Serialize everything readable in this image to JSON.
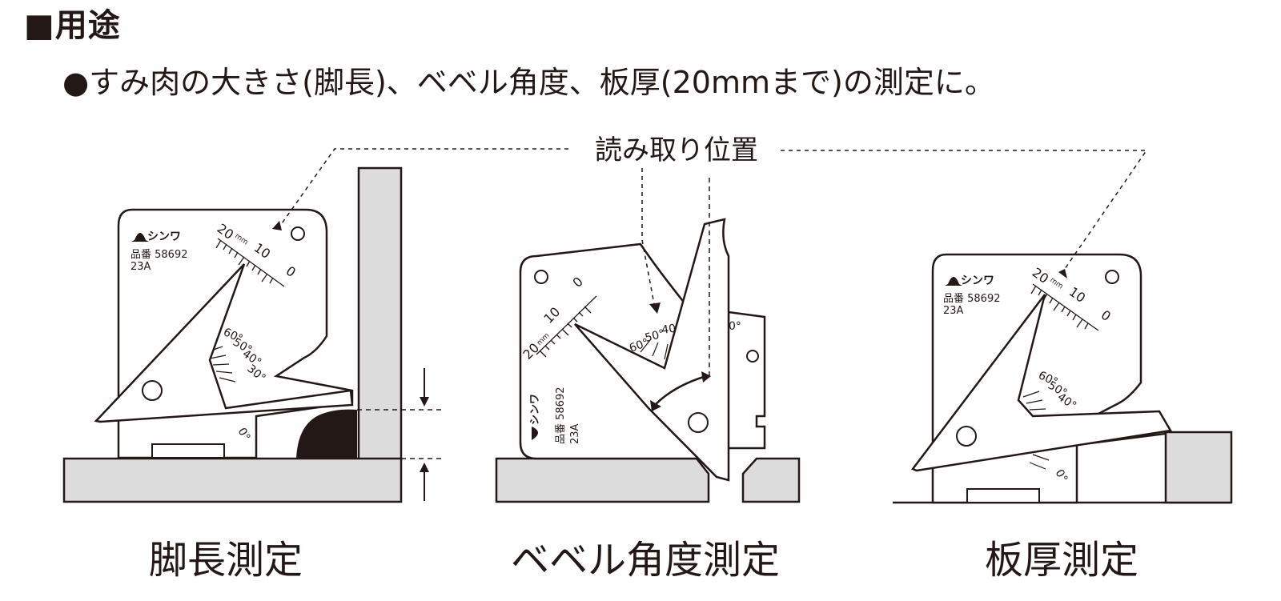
{
  "heading": "■用途",
  "lead": "●すみ肉の大きさ(脚長)、ベベル角度、板厚(20mmまで)の測定に。",
  "read_position_label": "読み取り位置",
  "gauge": {
    "brand": "シンワ",
    "part_no": "品番 58692",
    "model": "23A",
    "leg_scale": [
      "20",
      "mm",
      "10",
      "0"
    ],
    "angle_scale": [
      "60°",
      "50°",
      "40°",
      "30°",
      "0°"
    ]
  },
  "captions": {
    "leg": "脚長測定",
    "bevel": "ベベル角度測定",
    "thickness": "板厚測定"
  },
  "colors": {
    "ink": "#231815",
    "plate": "#dcdcdc",
    "weld": "#231815"
  }
}
